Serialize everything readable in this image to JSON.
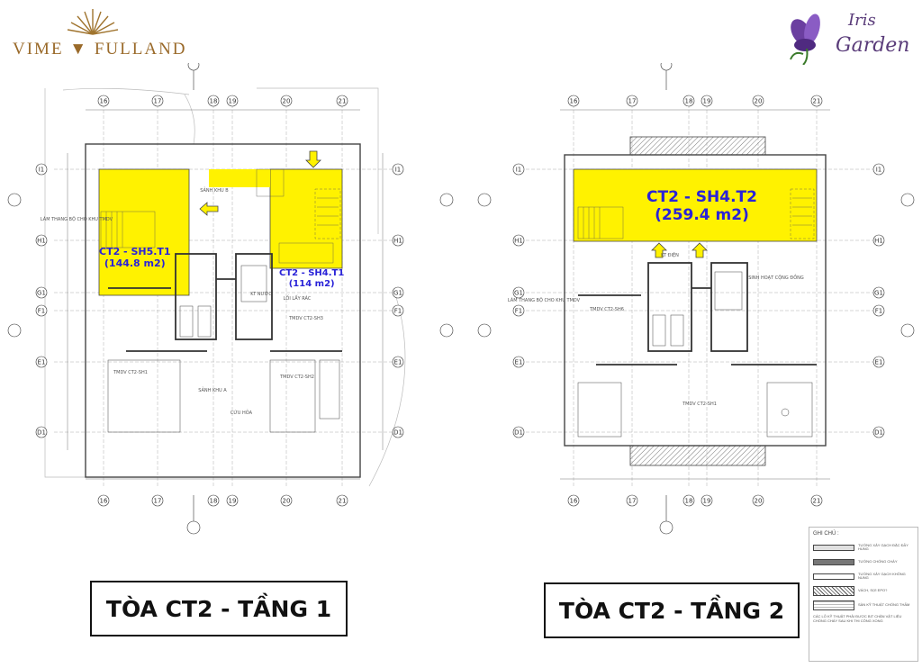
{
  "brand_left": {
    "name": "VIME ▼ FULLAND",
    "color": "#9a6a2a"
  },
  "brand_right": {
    "line1": "Iris",
    "line2": "Garden",
    "color": "#5a3c7a"
  },
  "highlight_color": "#fff200",
  "label_color": "#2a23d8",
  "plan1": {
    "zone_a": {
      "name": "CT2 - SH5.T1",
      "area": "(144.8 m2)"
    },
    "zone_b": {
      "name": "CT2 - SH4.T1",
      "area": "(114 m2)"
    },
    "columns": [
      "16",
      "17",
      "18",
      "19",
      "20",
      "21"
    ],
    "rows": [
      "I1",
      "H1",
      "G1",
      "F1",
      "E1",
      "D1"
    ],
    "notes": [
      "LÀM THANG BỘ CHO KHU TMDV",
      "SẢNH KHU B",
      "SẢNH KHU A",
      "TMDV CT2-SH3",
      "TMDV CT2-SH1",
      "TMDV CT2-SH2",
      "LỐI LẤY RÁC",
      "KT NƯỚC",
      "CỨU HỎA"
    ]
  },
  "plan2": {
    "zone": {
      "name": "CT2 - SH4.T2",
      "area": "(259.4 m2)"
    },
    "columns": [
      "16",
      "17",
      "18",
      "19",
      "20",
      "21"
    ],
    "rows": [
      "I1",
      "H1",
      "G1",
      "F1",
      "E1",
      "D1"
    ],
    "notes": [
      "LÀM THANG BỘ CHO KHU TMDV",
      "SINH HOẠT CỘNG ĐỒNG",
      "KT ĐIỆN",
      "TMDV CT2-SH6",
      "TMDV CT2-SH1"
    ]
  },
  "titles": {
    "left": "TÒA CT2 - TẦNG 1",
    "right": "TÒA CT2 - TẦNG 2"
  },
  "legend": {
    "heading": "GHI CHÚ :",
    "items": [
      "TƯỜNG XÂY GẠCH ĐẶC ĐẦY HUNG",
      "TƯỜNG CHỐNG CHÁY",
      "TƯỜNG XÂY GẠCH KHÔNG NUNG",
      "VÁCH, SỢI EPO?",
      "SÀN KỸ THUẬT CHỐNG THẤM"
    ],
    "note": "CÁC LỖ KỸ THUẬT PHẢI ĐƯỢC BỊT CHẶN VẬT LIỆU CHỐNG CHÁY SAU KHI THI CÔNG XONG"
  }
}
